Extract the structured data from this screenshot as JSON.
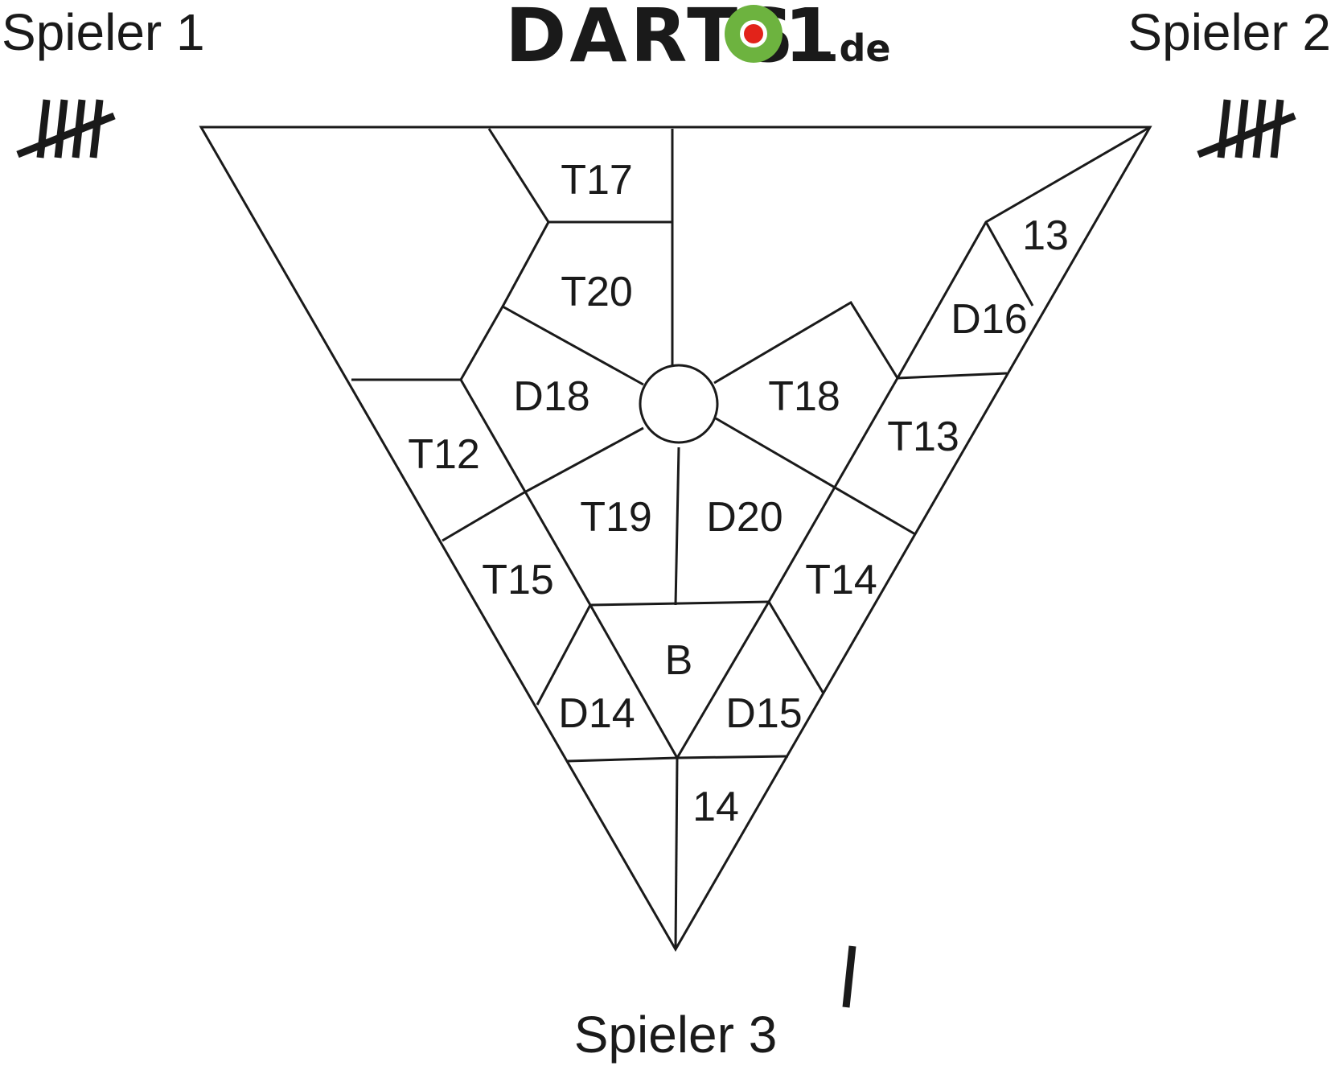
{
  "players": {
    "p1": "Spieler 1",
    "p2": "Spieler 2",
    "p3": "Spieler 3"
  },
  "logo": {
    "text_left": "DARTS",
    "text_one": "1",
    "text_domain": ".de",
    "ring_color": "#6db33f",
    "center_color": "#e2231a"
  },
  "tallies": {
    "p1": 5,
    "p2": 5,
    "p3": 1
  },
  "fields": {
    "t17": "T17",
    "t20": "T20",
    "d18": "D18",
    "t18": "T18",
    "t12": "T12",
    "t19": "T19",
    "d20": "D20",
    "t15": "T15",
    "t14": "T14",
    "t13": "T13",
    "d16": "D16",
    "s13": "13",
    "b": "B",
    "d14": "D14",
    "d15": "D15",
    "s14": "14"
  }
}
